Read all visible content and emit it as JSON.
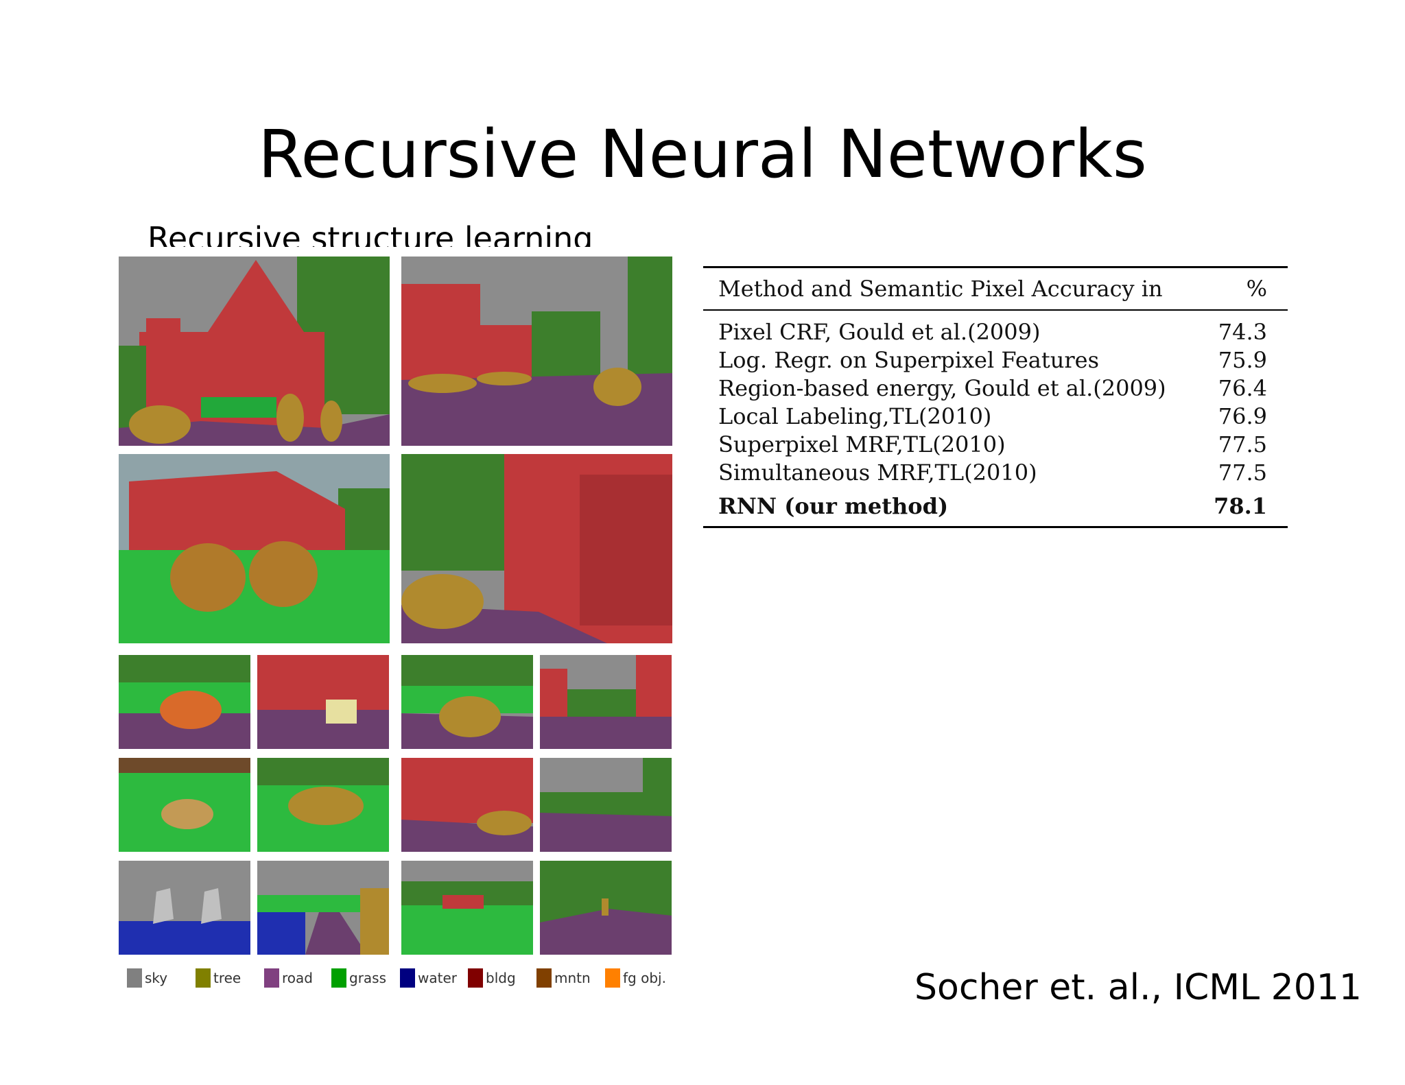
{
  "slide": {
    "title": "Recursive Neural Networks",
    "subtitle": "Recursive structure learning",
    "citation": "Socher et. al., ICML 2011"
  },
  "legend": [
    {
      "label": "sky",
      "color": "#808080"
    },
    {
      "label": "tree",
      "color": "#808000"
    },
    {
      "label": "road",
      "color": "#804080"
    },
    {
      "label": "grass",
      "color": "#00a000"
    },
    {
      "label": "water",
      "color": "#000080"
    },
    {
      "label": "bldg",
      "color": "#800000"
    },
    {
      "label": "mntn",
      "color": "#804000"
    },
    {
      "label": "fg obj.",
      "color": "#ff8000"
    }
  ],
  "results_table": {
    "header": {
      "method": "Method and Semantic Pixel Accuracy in",
      "value": "%"
    },
    "rows": [
      {
        "method": "Pixel CRF, Gould et al.(2009)",
        "value": "74.3"
      },
      {
        "method": "Log. Regr. on Superpixel Features",
        "value": "75.9"
      },
      {
        "method": "Region-based energy, Gould et al.(2009)",
        "value": "76.4"
      },
      {
        "method": "Local Labeling,TL(2010)",
        "value": "76.9"
      },
      {
        "method": "Superpixel MRF,TL(2010)",
        "value": "77.5"
      },
      {
        "method": "Simultaneous MRF,TL(2010)",
        "value": "77.5"
      }
    ],
    "best": {
      "method": "RNN (our method)",
      "value": "78.1"
    }
  }
}
